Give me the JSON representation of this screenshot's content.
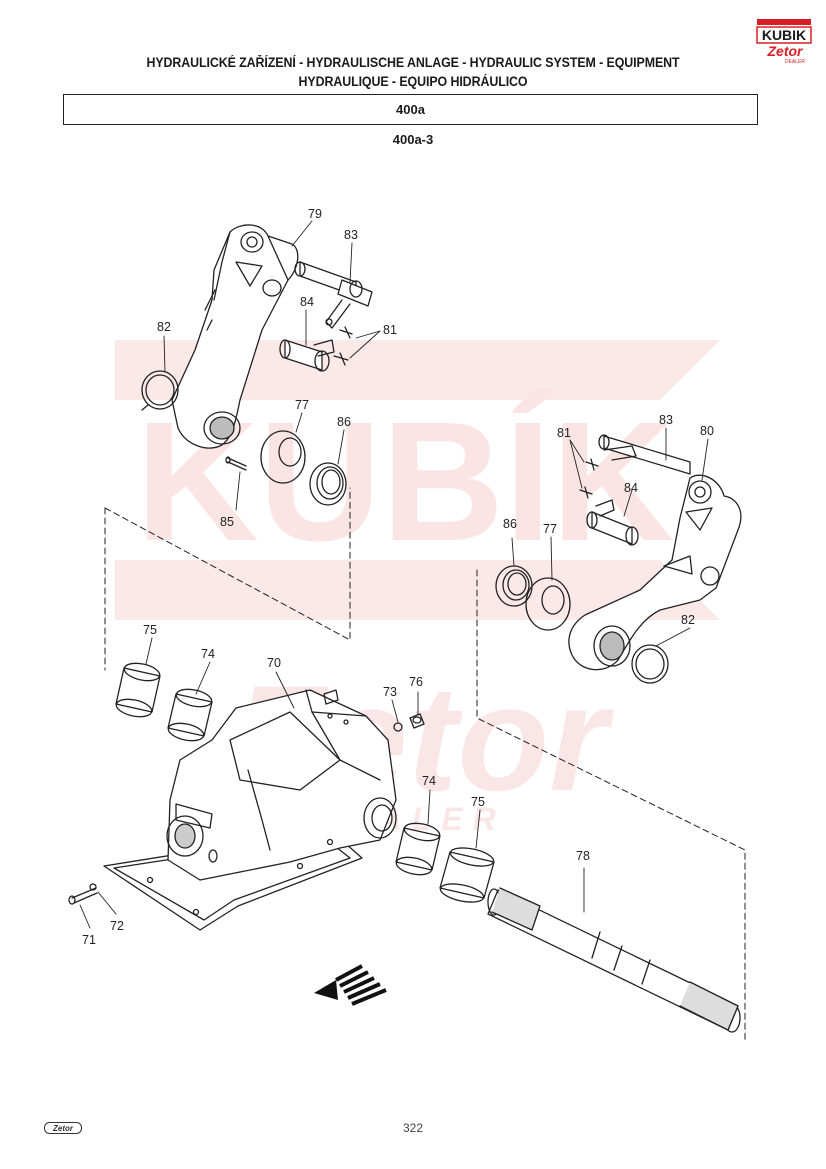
{
  "header": {
    "title_line1": "HYDRAULICKÉ ZAŘÍZENÍ - HYDRAULISCHE ANLAGE - HYDRAULIC SYSTEM - EQUIPMENT",
    "title_line2": "HYDRAULIQUE - EQUIPO HIDRÁULICO",
    "section": "400a",
    "subsection": "400a-3"
  },
  "logo": {
    "top_word": "KUBIK",
    "bottom_word": "Zetor",
    "tag": "DEALER",
    "color": "#d81f26"
  },
  "watermark": {
    "word": "KUBÍK",
    "brand": "Zetor",
    "tag": "DEALER",
    "color": "#f6c9c9"
  },
  "callouts": [
    {
      "id": "c79a",
      "text": "79"
    },
    {
      "id": "c83a",
      "text": "83"
    },
    {
      "id": "c84a",
      "text": "84"
    },
    {
      "id": "c81a",
      "text": "81"
    },
    {
      "id": "c82a",
      "text": "82"
    },
    {
      "id": "c77a",
      "text": "77"
    },
    {
      "id": "c86a",
      "text": "86"
    },
    {
      "id": "c85",
      "text": "85"
    },
    {
      "id": "c81b",
      "text": "81"
    },
    {
      "id": "c83b",
      "text": "83"
    },
    {
      "id": "c80",
      "text": "80"
    },
    {
      "id": "c84b",
      "text": "84"
    },
    {
      "id": "c86b",
      "text": "86"
    },
    {
      "id": "c77b",
      "text": "77"
    },
    {
      "id": "c82b",
      "text": "82"
    },
    {
      "id": "c75a",
      "text": "75"
    },
    {
      "id": "c74a",
      "text": "74"
    },
    {
      "id": "c70",
      "text": "70"
    },
    {
      "id": "c73",
      "text": "73"
    },
    {
      "id": "c76",
      "text": "76"
    },
    {
      "id": "c74b",
      "text": "74"
    },
    {
      "id": "c75b",
      "text": "75"
    },
    {
      "id": "c78",
      "text": "78"
    },
    {
      "id": "c71",
      "text": "71"
    },
    {
      "id": "c72",
      "text": "72"
    }
  ],
  "footer": {
    "page_number": "322",
    "logo_text": "Zetor"
  }
}
